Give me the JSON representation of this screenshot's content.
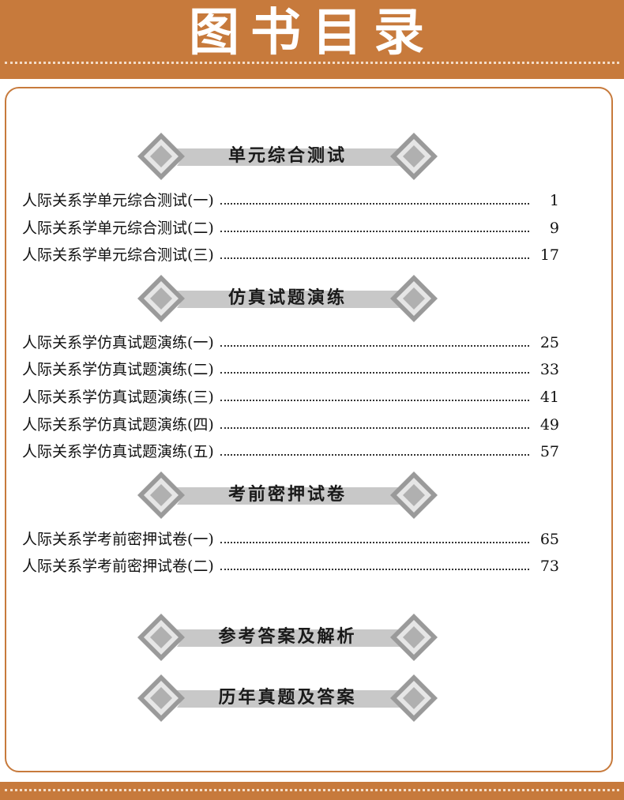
{
  "header": {
    "title": "图书目录"
  },
  "sections": [
    {
      "heading": "单元综合测试",
      "entries": [
        {
          "title": "人际关系学单元综合测试(一)",
          "page": "1"
        },
        {
          "title": "人际关系学单元综合测试(二)",
          "page": "9"
        },
        {
          "title": "人际关系学单元综合测试(三)",
          "page": "17"
        }
      ]
    },
    {
      "heading": "仿真试题演练",
      "entries": [
        {
          "title": "人际关系学仿真试题演练(一)",
          "page": "25"
        },
        {
          "title": "人际关系学仿真试题演练(二)",
          "page": "33"
        },
        {
          "title": "人际关系学仿真试题演练(三)",
          "page": "41"
        },
        {
          "title": "人际关系学仿真试题演练(四)",
          "page": "49"
        },
        {
          "title": "人际关系学仿真试题演练(五)",
          "page": "57"
        }
      ]
    },
    {
      "heading": "考前密押试卷",
      "entries": [
        {
          "title": "人际关系学考前密押试卷(一)",
          "page": "65"
        },
        {
          "title": "人际关系学考前密押试卷(二)",
          "page": "73"
        }
      ]
    },
    {
      "heading": "参考答案及解析",
      "entries": []
    },
    {
      "heading": "历年真题及答案",
      "entries": []
    }
  ],
  "colors": {
    "accent": "#c77a3c",
    "banner_bar": "#c8c8c8",
    "diamond_outer": "#9a9a9a",
    "diamond_inner": "#e6e6e6"
  }
}
